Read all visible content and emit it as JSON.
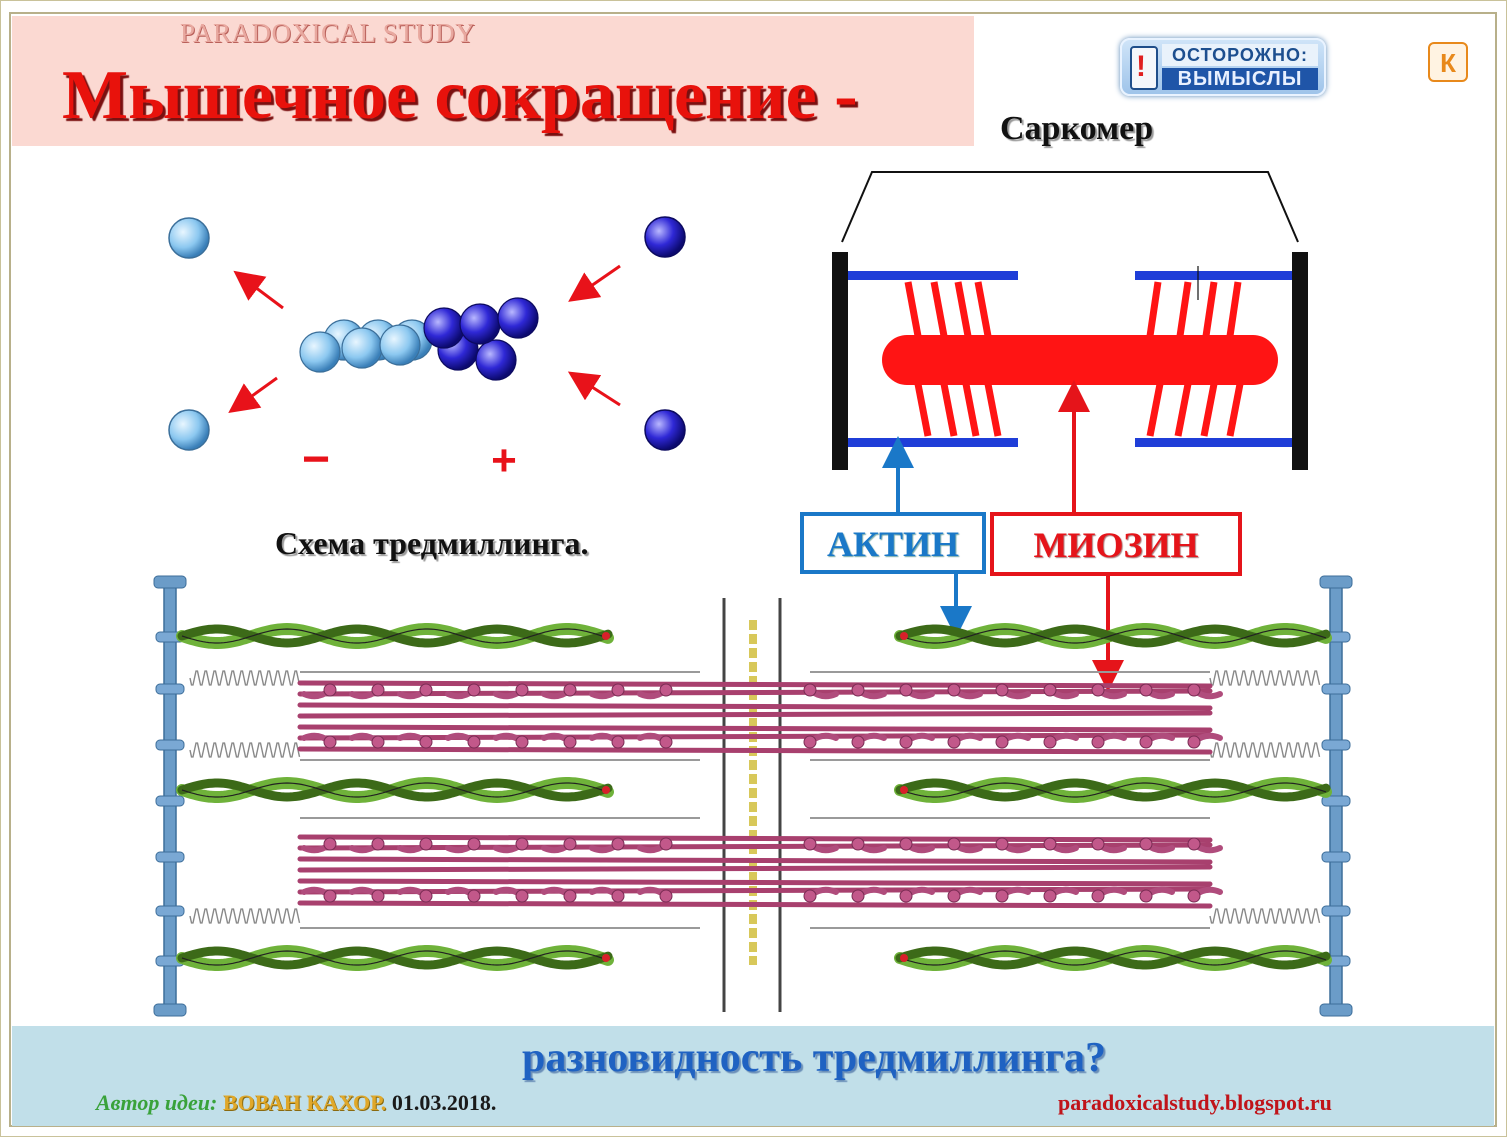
{
  "header": {
    "brand": "PARADOXICAL STUDY",
    "title": "Мышечное сокращение -"
  },
  "warning_badge": {
    "mark": "!",
    "top_text": "ОСТОРОЖНО:",
    "bottom_text": "ВЫМЫСЛЫ"
  },
  "k_icon": {
    "letter": "К",
    "icon": "k-logo-icon"
  },
  "treadmilling": {
    "caption": "Схема тредмиллинга.",
    "minus_sign": "−",
    "plus_sign": "+",
    "colors": {
      "light_subunit": "#9fd0f4",
      "dark_subunit": "#2a26c8",
      "arrow": "#e8121a"
    }
  },
  "sarcomere": {
    "label": "Саркомер",
    "colors": {
      "actin": "#1f3ed8",
      "myosin": "#ff1414",
      "z_disc": "#111111"
    }
  },
  "labels": {
    "actin": "АКТИН",
    "myosin": "МИОЗИН"
  },
  "footer": {
    "question": "разновидность тредмиллинга?",
    "author_prefix": "Автор идеи:",
    "author_name": "ВОВАН КАХОР.",
    "date": "01.03.2018.",
    "site": "paradoxicalstudy.blogspot.ru"
  }
}
